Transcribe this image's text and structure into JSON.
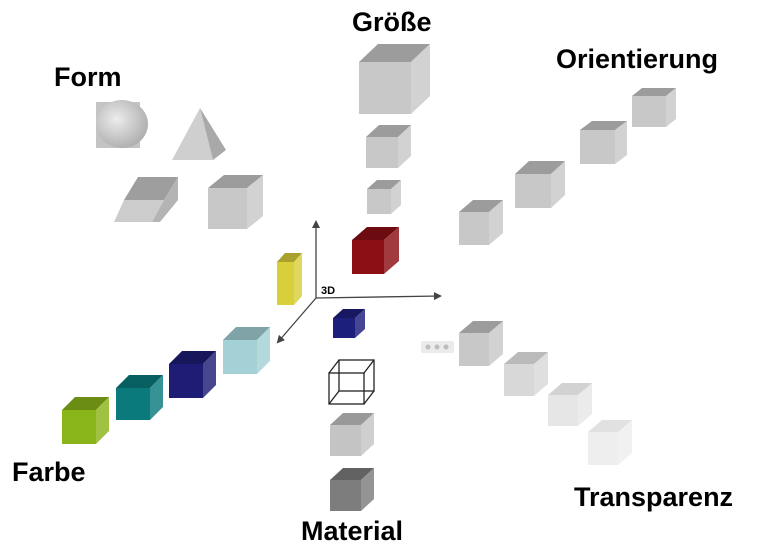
{
  "labels": {
    "form": "Form",
    "groesse": "Größe",
    "orientierung": "Orientierung",
    "farbe": "Farbe",
    "material": "Material",
    "transparenz": "Transparenz",
    "axis_3d": "3D"
  },
  "colors": {
    "center_cube": "#8b0f14",
    "yellow_block": "#d8cf3a",
    "center_small_cube": "#1d1f7c",
    "farbe": [
      "#a3d1d6",
      "#1e1c74",
      "#0a7a7c",
      "#8ab51a"
    ],
    "material": [
      "#c4c4c4",
      "#7d7d7d"
    ],
    "gray": "#c8c8c8"
  }
}
